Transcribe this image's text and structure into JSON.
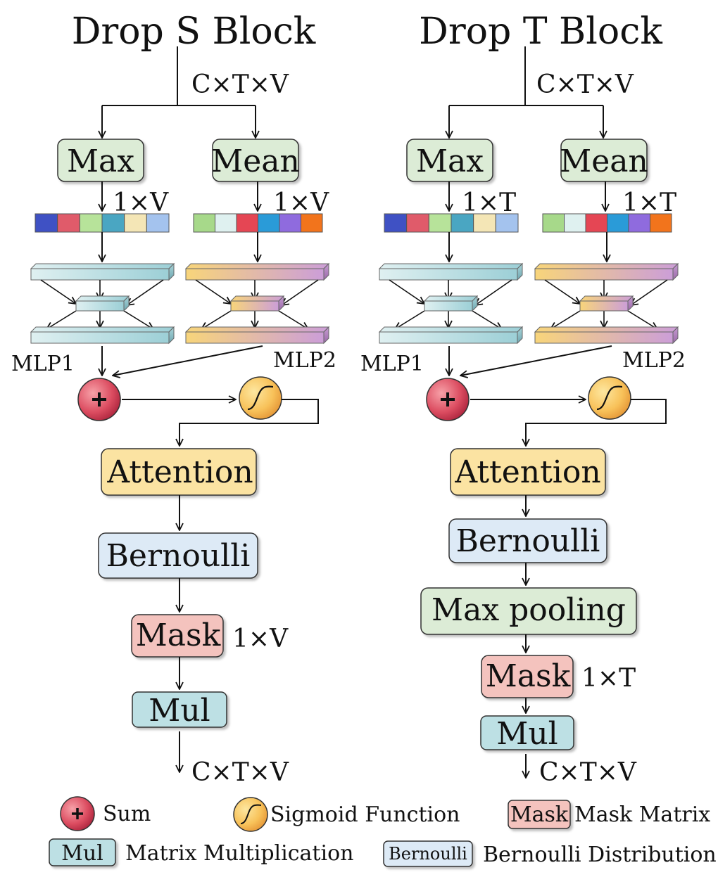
{
  "blocks": {
    "s": {
      "title": "Drop S Block",
      "input_dim": "C×T×V",
      "max": "Max",
      "mean": "Mean",
      "pool_dim_left": "1×V",
      "pool_dim_right": "1×V",
      "mlp1": "MLP1",
      "mlp2": "MLP2",
      "attention": "Attention",
      "bernoulli": "Bernoulli",
      "mask": "Mask",
      "mask_dim": "1×V",
      "mul": "Mul",
      "output_dim": "C×T×V"
    },
    "t": {
      "title": "Drop T Block",
      "input_dim": "C×T×V",
      "max": "Max",
      "mean": "Mean",
      "pool_dim_left": "1×T",
      "pool_dim_right": "1×T",
      "mlp1": "MLP1",
      "mlp2": "MLP2",
      "attention": "Attention",
      "bernoulli": "Bernoulli",
      "maxpool": "Max pooling",
      "mask": "Mask",
      "mask_dim": "1×T",
      "mul": "Mul",
      "output_dim": "C×T×V"
    }
  },
  "legend": {
    "sum_label": "Sum",
    "sigmoid_label": "Sigmoid Function",
    "mask_box": "Mask",
    "mask_label": "Mask Matrix",
    "mul_box": "Mul",
    "mul_label": "Matrix Multiplication",
    "bernoulli_box": "Bernoulli",
    "bernoulli_label": "Bernoulli Distribution"
  },
  "colors": {
    "green_box": "#dcecd6",
    "yellow_box": "#fbe3a2",
    "blue_box": "#ddeaf6",
    "pink_box": "#f4c3be",
    "teal_box": "#bde0e4",
    "sum_circle": "#d94a5e",
    "sigmoid_circle": "#f7c35a",
    "mlp1_fill": "#b9dde0",
    "mlp2_fill_a": "#f6d27c",
    "mlp2_fill_b": "#cf9fd6"
  },
  "feature_colors": {
    "s_left": [
      "#3f51c4",
      "#e05b6a",
      "#b7e39a",
      "#4aa6c2",
      "#f4e6b6",
      "#a4c3ee"
    ],
    "s_right": [
      "#a7d98a",
      "#dff1f0",
      "#e54654",
      "#2a9bd8",
      "#8f6bde",
      "#f2741c"
    ],
    "t_left": [
      "#3f51c4",
      "#e05b6a",
      "#b7e39a",
      "#4aa6c2",
      "#f4e6b6",
      "#a4c3ee"
    ],
    "t_right": [
      "#a7d98a",
      "#dff1f0",
      "#e54654",
      "#2a9bd8",
      "#8f6bde",
      "#f2741c"
    ]
  }
}
